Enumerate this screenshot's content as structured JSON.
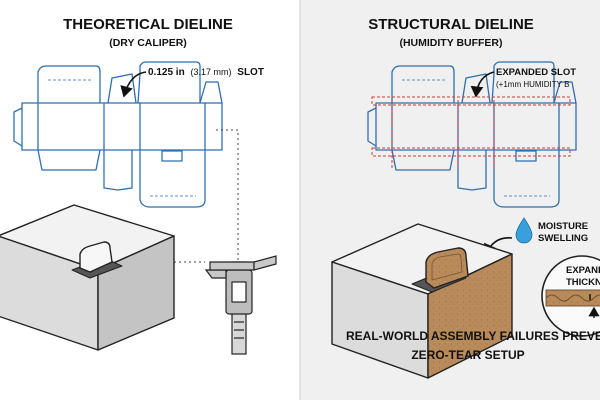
{
  "left": {
    "title": "THEORETICAL DIELINE",
    "subtitle": "(DRY CALIPER)",
    "callout_value": "0.125 in",
    "callout_metric": "(3.17 mm)",
    "callout_suffix": "SLOT"
  },
  "right": {
    "title": "STRUCTURAL DIELINE",
    "subtitle": "(HUMIDITY BUFFER)",
    "slot_label": "EXPANDED SLOT",
    "slot_sublabel": "(+1mm HUMIDITY B",
    "moisture_label_1": "MOISTURE",
    "moisture_label_2": "SWELLING",
    "expand_label_1": "EXPAND",
    "expand_label_2": "THICKN",
    "footer_1": "REAL-WORLD ASSEMBLY FAILURES PREVENT",
    "footer_2": "ZERO-TEAR SETUP"
  },
  "colors": {
    "dieline_blue": "#2f6fb0",
    "red_dash": "#d43a3a",
    "kraft": "#b98a5a",
    "panel_right_bg": "#f0f0f0",
    "water_blue": "#3aa0dc"
  }
}
